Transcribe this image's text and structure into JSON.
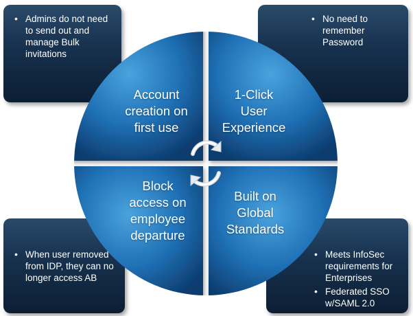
{
  "callouts": {
    "top_left": [
      "Admins do not need to send out and manage Bulk invitations"
    ],
    "top_right": [
      "No need to remember Password"
    ],
    "bottom_left": [
      "When user removed from IDP, they can no longer access AB"
    ],
    "bottom_right": [
      "Meets InfoSec requirements for Enterprises",
      "Federated SSO w/SAML 2.0"
    ]
  },
  "quadrants": {
    "top_left": [
      "Account",
      "creation on",
      "first use"
    ],
    "top_right": [
      "1-Click",
      "User",
      "Experience"
    ],
    "bottom_left": [
      "Block",
      "access on",
      "employee",
      "departure"
    ],
    "bottom_right": [
      "Built on",
      "Global",
      "Standards"
    ]
  },
  "colors": {
    "circle_light": "#3f9ad6",
    "circle_mid": "#1f6fb3",
    "circle_dark": "#0e3f73",
    "box_dark": "#16304d"
  },
  "icons": [
    "cycle-arrows-icon"
  ]
}
